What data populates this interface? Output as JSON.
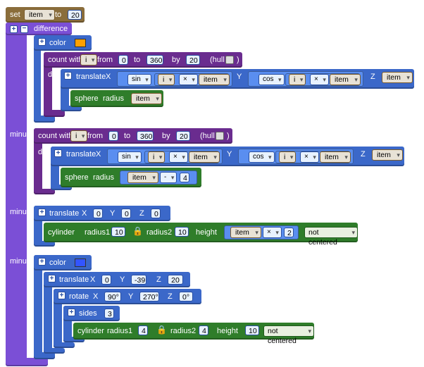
{
  "set_block": {
    "set": "set",
    "variable": "item",
    "to": "to",
    "value": "20"
  },
  "difference": {
    "label": "difference"
  },
  "minus_label": "minus",
  "color1": {
    "label": "color",
    "swatch_color": "#ffa000"
  },
  "count1": {
    "label": "count with",
    "var": "i",
    "from": "from",
    "from_val": "0",
    "to": "to",
    "to_val": "360",
    "by": "by",
    "by_val": "20",
    "hull": "(hull",
    "close": ")"
  },
  "do_label": "do",
  "translate1": {
    "label": "translate",
    "x": "X",
    "y": "Y",
    "z": "Z",
    "sin": "sin",
    "cos": "cos",
    "i": "i",
    "times": "×",
    "item": "item"
  },
  "sphere1": {
    "label": "sphere",
    "radius": "radius",
    "item": "item"
  },
  "count2": {
    "label": "count with",
    "var": "i",
    "from": "from",
    "from_val": "0",
    "to": "to",
    "to_val": "360",
    "by": "by",
    "by_val": "20",
    "hull": "(hull",
    "close": ")"
  },
  "translate2": {
    "label": "translate",
    "x": "X",
    "y": "Y",
    "z": "Z",
    "sin": "sin",
    "cos": "cos",
    "i": "i",
    "times": "×",
    "item": "item"
  },
  "sphere2": {
    "label": "sphere",
    "radius": "radius",
    "item": "item",
    "minus_op": "-",
    "val": "4"
  },
  "translate3": {
    "label": "translate",
    "x": "X",
    "x_val": "0",
    "y": "Y",
    "y_val": "0",
    "z": "Z",
    "z_val": "0"
  },
  "cylinder1": {
    "label": "cylinder",
    "r1": "radius1",
    "r1_val": "10",
    "r2": "radius2",
    "r2_val": "10",
    "height": "height",
    "item": "item",
    "times": "×",
    "h_val": "2",
    "center": "not centered"
  },
  "color2": {
    "label": "color",
    "swatch_color": "#3355ff"
  },
  "translate4": {
    "label": "translate",
    "x": "X",
    "x_val": "0",
    "y": "Y",
    "y_val": "-39",
    "z": "Z",
    "z_val": "20"
  },
  "rotate": {
    "label": "rotate",
    "x": "X",
    "x_val": "90°",
    "y": "Y",
    "y_val": "270°",
    "z": "Z",
    "z_val": "0°"
  },
  "sides": {
    "label": "sides",
    "val": "3"
  },
  "cylinder2": {
    "label": "cylinder",
    "r1": "radius1",
    "r1_val": "4",
    "r2": "radius2",
    "r2_val": "4",
    "height": "height",
    "h_val": "10",
    "center": "not centered"
  }
}
